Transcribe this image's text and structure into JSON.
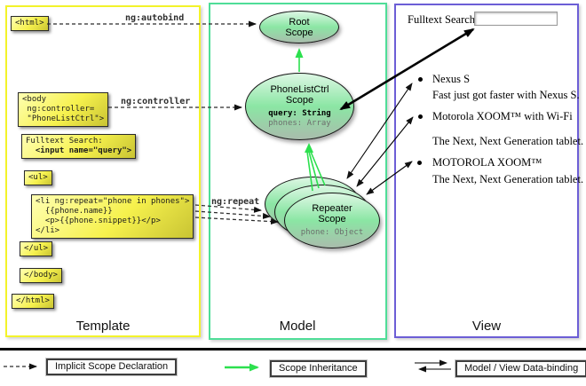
{
  "template_column": {
    "label": "Template",
    "boxes": {
      "html_open": "<html>",
      "body_open_lines": [
        "<body",
        " ng:controller=",
        " \"PhoneListCtrl\">"
      ],
      "fulltext_lines": [
        "Fulltext Search:",
        "  <input name=\"query\">"
      ],
      "ul_open": "<ul>",
      "li_lines": [
        "<li ng:repeat=\"phone in phones\">",
        "  {{phone.name}}",
        "  <p>{{phone.snippet}}</p>",
        "</li>"
      ],
      "ul_close": "</ul>",
      "body_close": "</body>",
      "html_close": "</html>"
    },
    "connector_labels": {
      "autobind": "ng:autobind",
      "controller": "ng:controller",
      "repeat": "ng:repeat"
    }
  },
  "model_column": {
    "label": "Model",
    "root_scope": {
      "line1": "Root",
      "line2": "Scope"
    },
    "phonelistctrl_scope": {
      "line1": "PhoneListCtrl",
      "line2": "Scope",
      "prop1": "query: String",
      "prop2": "phones: Array"
    },
    "repeater_scope": {
      "line1": "Repeater",
      "line2": "Scope",
      "prop1": "phone: Object"
    }
  },
  "view_column": {
    "label": "View",
    "search_label": "Fulltext Search:",
    "search_value": "",
    "items": [
      {
        "name": "Nexus S",
        "desc": "Fast just got faster with Nexus S."
      },
      {
        "name": "Motorola XOOM™ with Wi-Fi",
        "desc": "The Next, Next Generation tablet."
      },
      {
        "name": "MOTOROLA XOOM™",
        "desc": "The Next, Next Generation tablet."
      }
    ]
  },
  "legend": {
    "implicit": "Implicit Scope Declaration",
    "inheritance": "Scope Inheritance",
    "binding": "Model / View Data-binding"
  },
  "colors": {
    "template_border": "#f3f32a",
    "model_border": "#4fdd98",
    "view_border": "#6c5ed6",
    "scope_fill": "#8be6a4",
    "inheritance_arrow": "#2ce04e",
    "code_box_fill": "#f6f14d"
  }
}
